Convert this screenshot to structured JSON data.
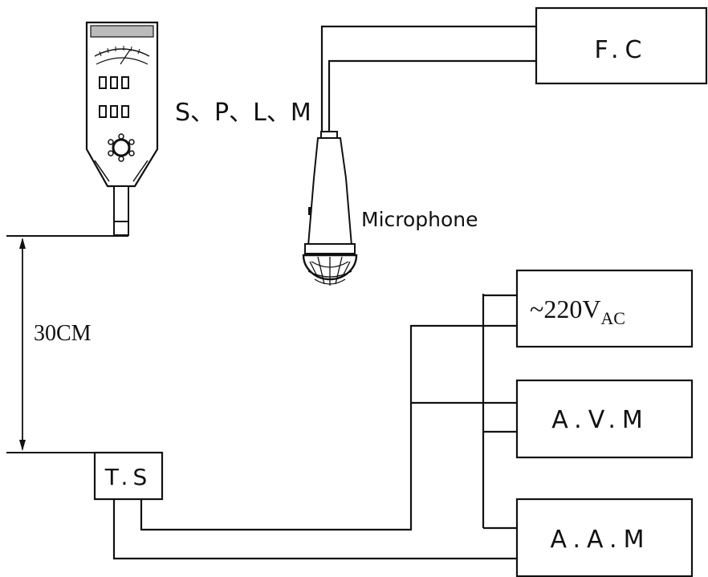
{
  "labels": {
    "fc": "F.C",
    "splm": "S、P、L、M",
    "microphone": "Microphone",
    "distance": "30CM",
    "mains_prefix": "~220V",
    "mains_sub": "AC",
    "avm": "A.V.M",
    "ts": "T.S",
    "aam": "A.A.M"
  }
}
